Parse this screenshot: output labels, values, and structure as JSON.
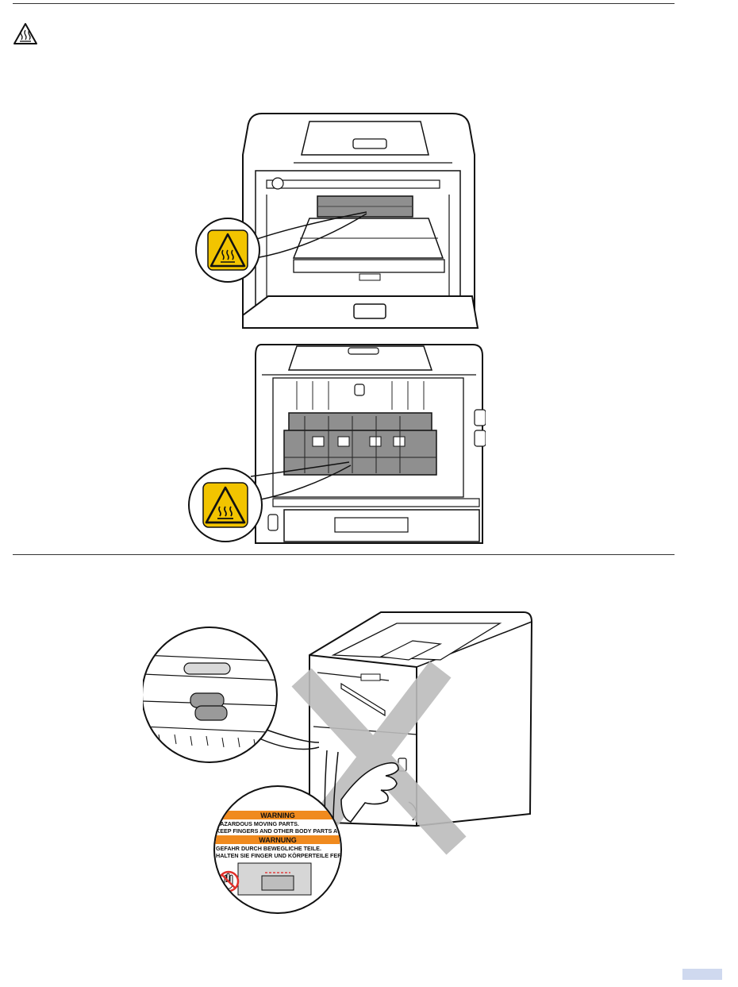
{
  "warning_label": {
    "heading_en": "WARNING",
    "line1_en": "HAZARDOUS MOVING PARTS.",
    "line2_en": "KEEP FINGERS AND OTHER BODY PARTS AWAY.",
    "heading_de": "WARNUNG",
    "line1_de": "GEFAHR DURCH BEWEGLICHE TEILE.",
    "line2_de": "HALTEN SIE FINGER UND KÖRPERTEILE FERN."
  },
  "colors": {
    "hot_badge": "#f2c400",
    "warning_band": "#f08a1e",
    "surface_gray": "#8f8f8f",
    "page_tab": "#cfd9ef"
  },
  "icons": {
    "top_left": "hot-surface-warning-icon",
    "callout_1": "hot-surface-icon",
    "callout_2": "hot-surface-icon",
    "prohibition": "no-hand-icon"
  }
}
